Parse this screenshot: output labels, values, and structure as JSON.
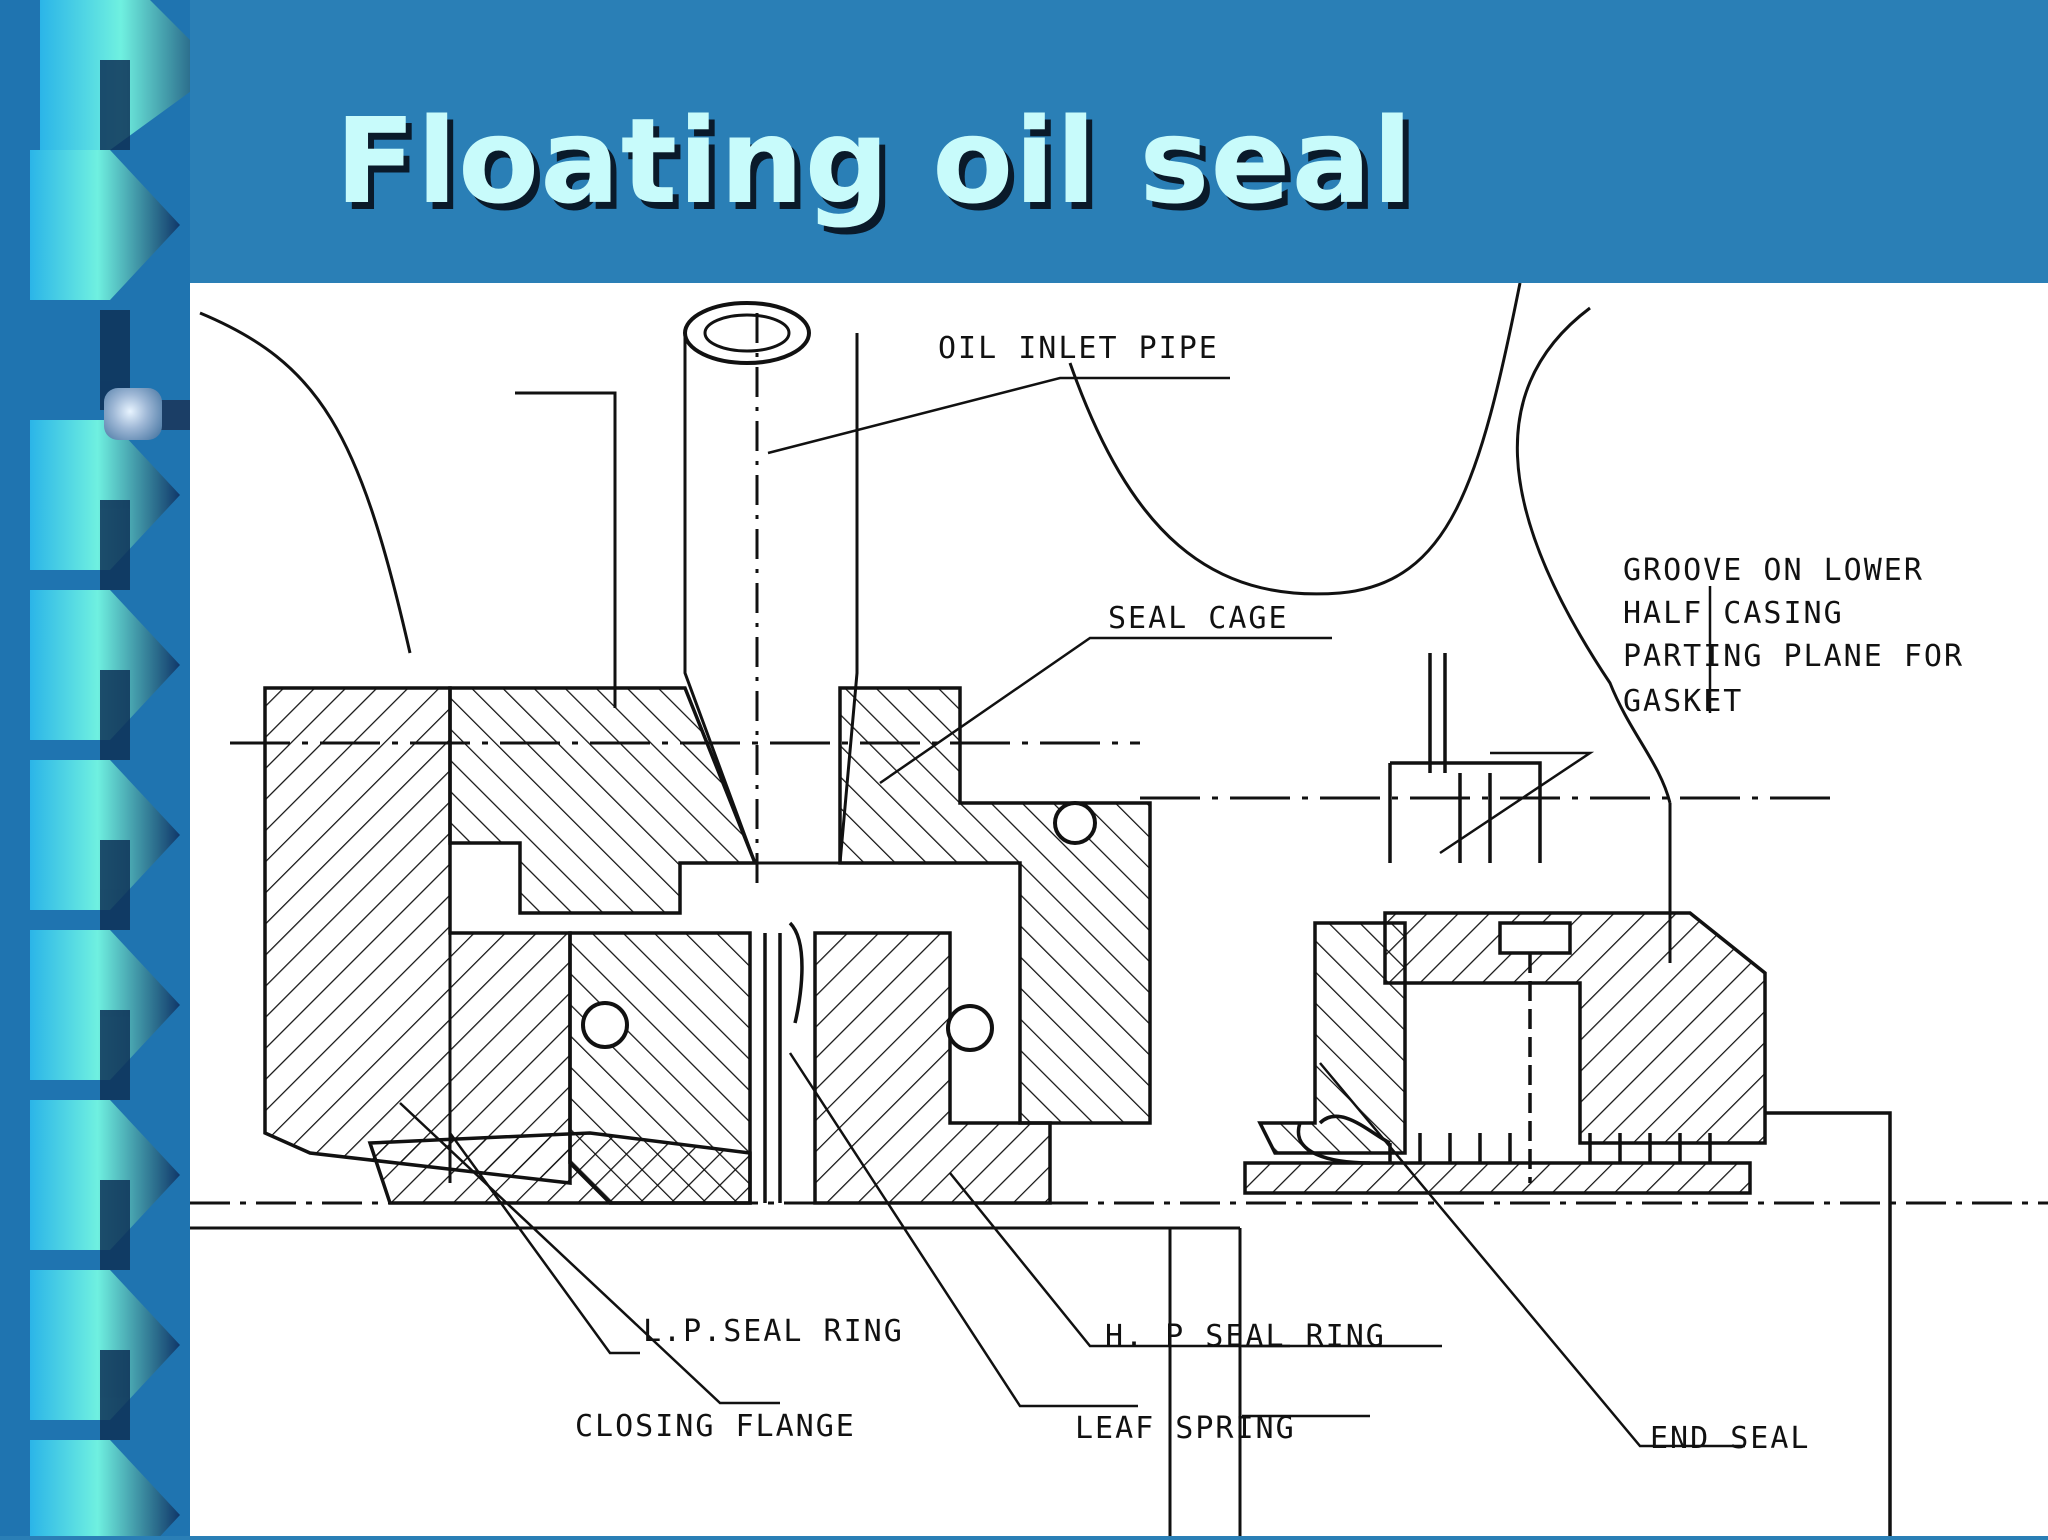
{
  "slide": {
    "title": "Floating oil seal",
    "colors": {
      "background": "#2a7fb6",
      "title": "#c8fbfb",
      "title_shadow": "#0a1a2a",
      "panel": "#ffffff",
      "decor_light": "#6ff0e0",
      "decor_dark": "#10376a"
    }
  },
  "diagram": {
    "labels": {
      "oil_inlet_pipe": "OIL INLET PIPE",
      "seal_cage": "SEAL CAGE",
      "groove_line1": "GROOVE ON LOWER",
      "groove_line2": "HALF CASING",
      "groove_line3": "PARTING PLANE FOR",
      "groove_line4": "GASKET",
      "lp_seal_ring": "L.P.SEAL RING",
      "hp_seal_ring": "H. P SEAL RING",
      "closing_flange": "CLOSING FLANGE",
      "leaf_spring": "LEAF SPRING",
      "end_seal": "END SEAL"
    }
  }
}
